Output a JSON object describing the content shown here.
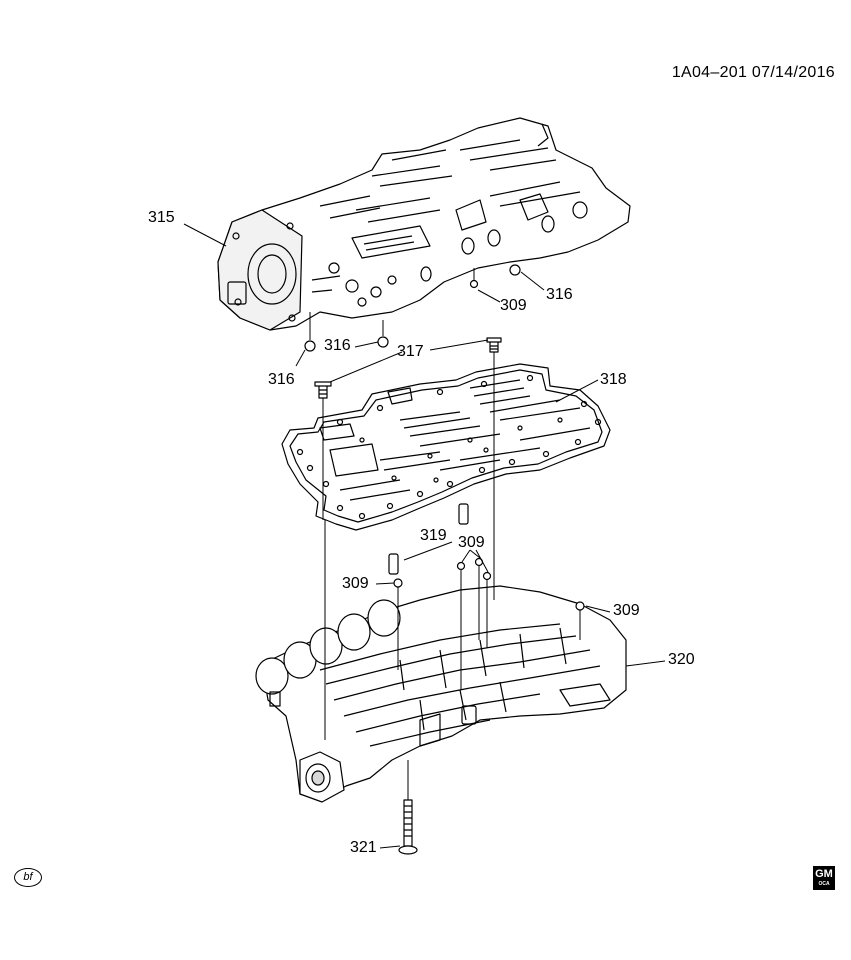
{
  "diagram": {
    "identifier": "1A04–201  07/14/2016",
    "mark_left": "bf",
    "logo": {
      "text": "GM",
      "sub": "OCA",
      "icon": "gm-logo"
    },
    "callouts": {
      "c315": "315",
      "c309a": "309",
      "c316a": "316",
      "c316b": "316",
      "c316c": "316",
      "c317": "317",
      "c318": "318",
      "c319": "319",
      "c309b": "309",
      "c309c": "309",
      "c309d": "309",
      "c320": "320",
      "c321": "321"
    },
    "colors": {
      "line": "#000000",
      "fill": "#ffffff",
      "shade": "#d8d8d8"
    }
  }
}
